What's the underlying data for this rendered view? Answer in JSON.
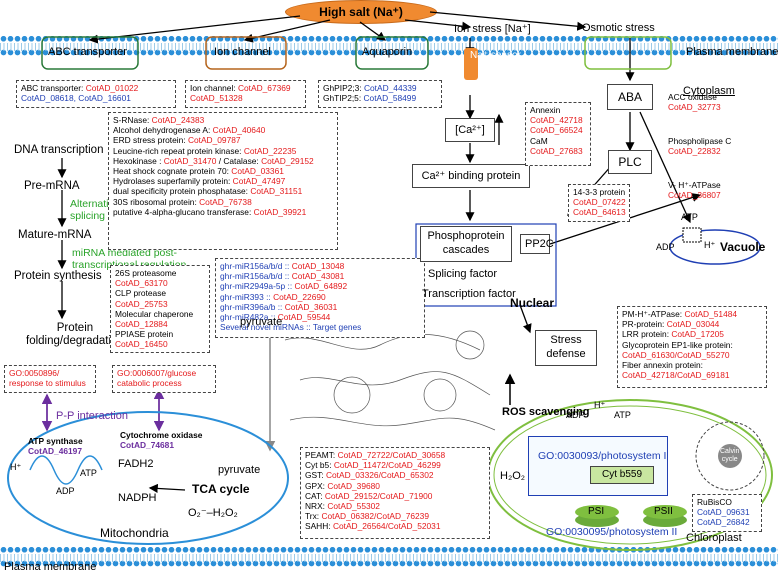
{
  "header": {
    "high_salt": "High salt (Na⁺)"
  },
  "membrane_labels": {
    "top": "Plasma membrane",
    "bottom": "Plasma membrane",
    "cytoplasm": "Cytoplasm"
  },
  "transporters": {
    "abc": "ABC transporter",
    "ion_channel": "Ion channel",
    "aquaporin": "Aquaporin",
    "ion_stress": "Ion stress [Na⁺]",
    "osmotic_stress": "Osmotic stress",
    "na_sensor": "Na⁺ sensor"
  },
  "abc_box": {
    "label": "ABC transporter: ",
    "ids1": "CotAD_01022",
    "ids2": "CotAD_08618, CotAD_16601"
  },
  "ion_box": {
    "label": "Ion channel: ",
    "id1": "CotAD_67369",
    "id2": "CotAD_51328"
  },
  "aqua_box": {
    "label1": "GhPIP2;3: ",
    "id1": "CotAD_44339",
    "label2": "GhTIP2;5: ",
    "id2": "CotAD_58499"
  },
  "flow": {
    "dna": "DNA transcription",
    "pre": "Pre-mRNA",
    "alt": "Alternative\nsplicing",
    "mature": "Mature-mRNA",
    "mirna": "miRNA mediated post-\ntranscriptional regulation",
    "protein": "Protein synthesis",
    "folding": "Protein\nfolding/degradation"
  },
  "gene_box": [
    {
      "l": "S-RNase: ",
      "v": "CotAD_24383"
    },
    {
      "l": "Alcohol dehydrogenase A: ",
      "v": "CotAD_40640"
    },
    {
      "l": "ERD stress protein: ",
      "v": "CotAD_09787"
    },
    {
      "l": "Leucine-rich repeat protein kinase: ",
      "v": "CotAD_22235"
    },
    {
      "l": "Hexokinase : ",
      "v": "CotAD_31470",
      "l2": " / Catalase: ",
      "v2": "CotAD_29152"
    },
    {
      "l": "Heat shock cognate protein 70: ",
      "v": "CotAD_03361"
    },
    {
      "l": "Hydrolases superfamily protein: ",
      "v": "CotAD_47497"
    },
    {
      "l": "dual specificity protein phosphatase: ",
      "v": "CotAD_31151"
    },
    {
      "l": "30S ribosomal protein: ",
      "v": "CotAD_76738"
    },
    {
      "l": "putative 4-alpha-glucano transferase: ",
      "v": "CotAD_39921"
    }
  ],
  "protein_box": [
    {
      "l": "26S proteasome",
      "v": "CotAD_63170"
    },
    {
      "l": "CLP protease",
      "v": "CotAD_25753"
    },
    {
      "l": "Molecular chaperone",
      "v": "CotAD_12884"
    },
    {
      "l": "PPIASE protein",
      "v": "CotAD_16450"
    }
  ],
  "mirna_box": [
    {
      "l": "ghr-miR156a/b/d :: ",
      "v": "CotAD_13048"
    },
    {
      "l": "ghr-miR156a/b/d :: ",
      "v": "CotAD_43081"
    },
    {
      "l": "ghr-miR2949a-5p :: ",
      "v": "CotAD_64892"
    },
    {
      "l": "ghr-miR393 :: ",
      "v": "CotAD_22690"
    },
    {
      "l": "ghr-miR396a/b :: ",
      "v": "CotAD_36031"
    },
    {
      "l": "ghr-miR482a :: ",
      "v": "CotAD_59544"
    },
    {
      "l": "Several novel miRNAs :: Target genes",
      "v": ""
    }
  ],
  "calcium": {
    "ca": "[Ca²⁺]",
    "binding": "Ca²⁺ binding protein",
    "phospho": "Phosphoprotein\ncascades",
    "pp2c": "PP2C",
    "splicing": "Splicing factor",
    "transcription": "Transcription factor",
    "nuclear": "Nuclear",
    "stress": "Stress\ndefense"
  },
  "annexin_box": [
    {
      "l": "Annexin",
      "v": ""
    },
    {
      "l": "",
      "v": "CotAD_42718"
    },
    {
      "l": "",
      "v": "CotAD_66524"
    },
    {
      "l": "CaM",
      "v": ""
    },
    {
      "l": "",
      "v": "CotAD_27683"
    }
  ],
  "aba": {
    "aba": "ABA",
    "plc": "PLC"
  },
  "box1433": [
    {
      "l": "14-3-3 protein",
      "v": ""
    },
    {
      "l": "",
      "v": "CotAD_07422"
    },
    {
      "l": "",
      "v": "CotAD_64613"
    }
  ],
  "acc": {
    "l": "ACC oxidase",
    "v": "CotAD_32773"
  },
  "plc_gene": {
    "l": "Phospholipase C",
    "v": "CotAD_22832"
  },
  "vatpase": {
    "l": "V- H⁺-ATPase",
    "v": "CotAD_36807"
  },
  "vacuole": {
    "label": "Vacuole",
    "atp": "ATP",
    "adp": "ADP",
    "h": "H⁺"
  },
  "pm_box": [
    {
      "l": "PM-H⁺-ATPase: ",
      "v": "CotAD_51484"
    },
    {
      "l": "PR-protein: ",
      "v": "CotAD_03044"
    },
    {
      "l": "LRR protein: ",
      "v": "CotAD_17205"
    },
    {
      "l": "Glycoprotein EP1-like protein:",
      "v": ""
    },
    {
      "l": "",
      "v": "CotAD_61630/CotAD_55270"
    },
    {
      "l": "Fiber annexin protein:",
      "v": ""
    },
    {
      "l": "",
      "v": "CotAD_42718/CotAD_69181"
    }
  ],
  "go1": "GO:0050896/\nresponse to stimulus",
  "go2": "GO:0006007/glucose\ncatabolic process",
  "pp_interaction": "P-P interaction",
  "mito": {
    "atp_synthase": "ATP synthase",
    "atp_synthase_id": "CotAD_46197",
    "cyt_oxidase": "Cytochrome oxidase",
    "cyt_oxidase_id": "CotAD_74681",
    "fadh2": "FADH2",
    "nadph": "NADPH",
    "tca": "TCA cycle",
    "pyruvate": "pyruvate",
    "o2": "O₂⁻–H₂O₂",
    "label": "Mitochondria",
    "atp": "ATP",
    "adp": "ADP",
    "h": "H⁺"
  },
  "pyruvate_top": "pyruvate",
  "ros_box": [
    {
      "l": "PEAMT: ",
      "v": "CotAD_72722/CotAD_30658"
    },
    {
      "l": "Cyt b5: ",
      "v": "CotAD_11472/CotAD_46299"
    },
    {
      "l": "GST: ",
      "v": "CotAD_03326/CotAD_65302"
    },
    {
      "l": "GPX: ",
      "v": "CotAD_39680"
    },
    {
      "l": "CAT: ",
      "v": "CotAD_29152/CotAD_71900"
    },
    {
      "l": "NRX: ",
      "v": "CotAD_55302"
    },
    {
      "l": "Trx: ",
      "v": "CotAD_06382/CotAD_76239"
    },
    {
      "l": "SAHH: ",
      "v": "CotAD_26564/CotAD_52031"
    }
  ],
  "ros_scavenging": "ROS scavenging",
  "chloro": {
    "h2o2": "H₂O₂",
    "go_ps1": "GO:0030093/photosystem I",
    "cyt": "Cyt b559",
    "go_ps2": "GO:0030095/photosystem II",
    "psi": "PSI",
    "psii": "PSII",
    "label": "Chloroplast",
    "adp": "ADP",
    "atp": "ATP",
    "h": "H⁺",
    "calvin": "Calvin\ncycle"
  },
  "rubisco": {
    "l": "RuBisCO",
    "v1": "CotAD_09631",
    "v2": "CotAD_26842"
  },
  "colors": {
    "red": "#e41a1c",
    "blue": "#1f3fb4",
    "purple": "#6b2e9e",
    "green": "#29a329",
    "orange": "#f08a30",
    "membrane": "#2b8fd8"
  }
}
